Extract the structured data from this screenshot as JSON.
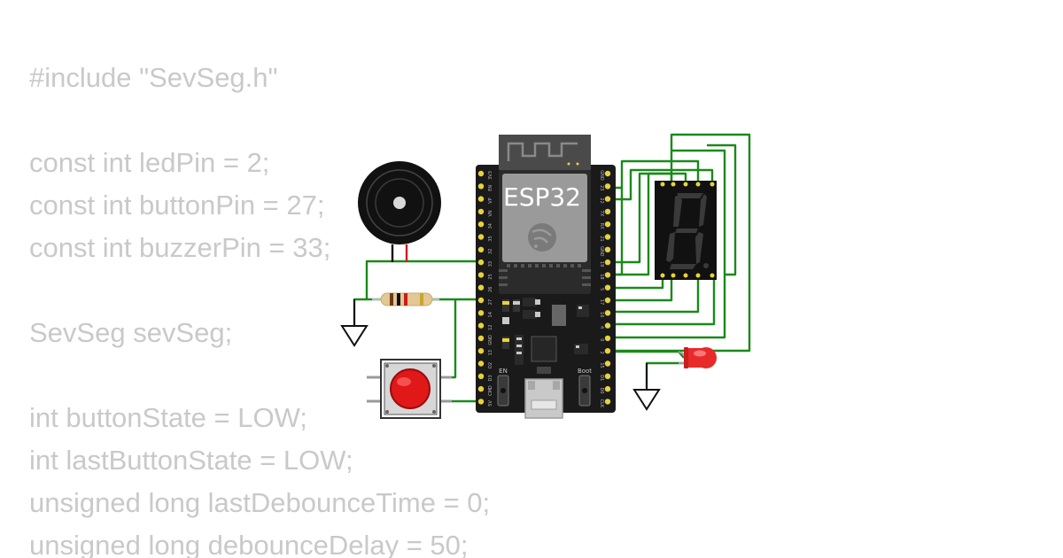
{
  "code": {
    "lines": [
      "#include \"SevSeg.h\"",
      "",
      "const int ledPin = 2;",
      "const int buttonPin = 27;",
      "const int buzzerPin = 33;",
      "",
      "SevSeg sevSeg;",
      "",
      "int buttonState = LOW;",
      "int lastButtonState = LOW;",
      "unsigned long lastDebounceTime = 0;",
      "unsigned long debounceDelay = 50;"
    ]
  },
  "board": {
    "label": "ESP32",
    "en_label": "EN",
    "boot_label": "Boot",
    "left_pins": [
      "3V3",
      "EN",
      "VP",
      "VN",
      "34",
      "35",
      "32",
      "33",
      "25",
      "26",
      "27",
      "14",
      "12",
      "GND",
      "13",
      "D2",
      "D3",
      "CMD",
      "5V"
    ],
    "right_pins": [
      "GND",
      "23",
      "22",
      "TX",
      "RX",
      "21",
      "GND",
      "19",
      "18",
      "5",
      "17",
      "16",
      "4",
      "0",
      "2",
      "15",
      "D1",
      "D0",
      "CLK"
    ]
  },
  "colors": {
    "code_text": "#c9c9c9",
    "wire": "#1a8a1a",
    "board": "#1a1a1a",
    "pin": "#e9d23a",
    "button_cap": "#e01818",
    "led": "#e82a2a",
    "display_body": "#111111",
    "buzzer_wire_black": "#111111",
    "buzzer_wire_red": "#d01a1a"
  }
}
